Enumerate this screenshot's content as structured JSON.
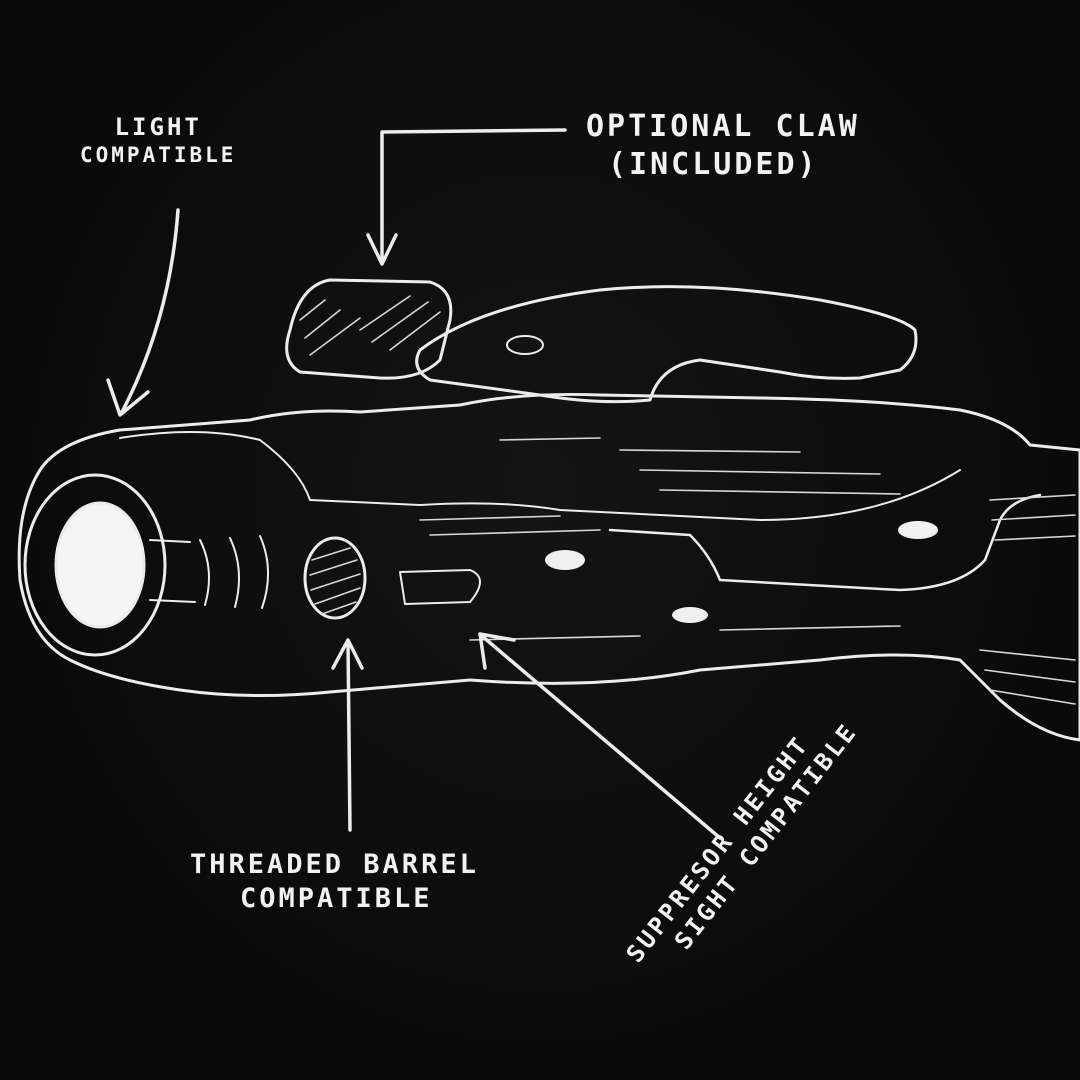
{
  "background_color": "#0a0a0a",
  "ink_color": "#ececec",
  "callouts": {
    "light": {
      "line1": "Light",
      "line2": "Compatible"
    },
    "claw": {
      "line1": "Optional Claw",
      "line2": "(Included)"
    },
    "barrel": {
      "line1": "Threaded Barrel",
      "line2": "Compatible"
    },
    "suppressor": {
      "line1": "Suppresor Height",
      "line2": "Sight Compatible"
    }
  }
}
